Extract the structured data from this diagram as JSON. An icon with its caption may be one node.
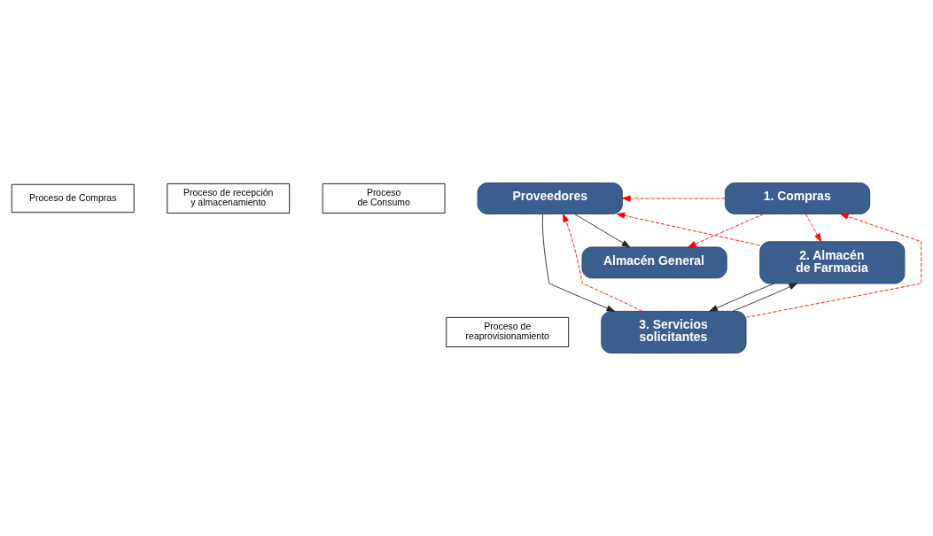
{
  "diagram": {
    "nodes": [
      {
        "text": [
          "Proveedores"
        ]
      },
      {
        "text": [
          "1. Compras"
        ]
      },
      {
        "text": [
          "2. Almacén de Farmacia"
        ]
      },
      {
        "text": [
          "Almacén General"
        ]
      },
      {
        "text": [
          "3. Servicios solicitantes"
        ]
      },
      {
        "text": [
          "Proceso de Compras"
        ]
      },
      {
        "text": [
          "Proceso de recepción y almacenamiento"
        ]
      },
      {
        "text": [
          "Proceso de reaprovisionamiento"
        ]
      },
      {
        "text": [
          "Proceso de Consumo"
        ]
      }
    ],
    "edges": [
      {
        "from": 4,
        "to": 0,
        "arrow": "to",
        "style": "dashed",
        "color": "#ff0000"
      },
      {
        "from": 2,
        "to": 0,
        "arrow": "to",
        "style": "dashed",
        "color": "#ff0000"
      },
      {
        "from": 1,
        "to": 0,
        "arrow": "to",
        "style": "dashed",
        "color": "#ff0000"
      },
      {
        "from": 1,
        "to": 2,
        "arrow": "to",
        "style": "dashed",
        "color": "#ff0000"
      },
      {
        "from": 1,
        "to": 3,
        "arrow": "to",
        "style": "dashed",
        "color": "#ff0000"
      },
      {
        "from": 4,
        "to": 1,
        "arrow": "to",
        "style": "dashed",
        "color": "#ff0000"
      },
      {
        "from": 0,
        "to": 3,
        "arrow": "to",
        "color": "#222222"
      },
      {
        "from": 0,
        "to": 4,
        "arrow": "to",
        "color": "#222222"
      },
      {
        "from": 4,
        "to": 2,
        "arrow": "to",
        "color": "#222222"
      },
      {
        "from": 2,
        "to": 4,
        "arrow": "to",
        "color": "#222222"
      }
    ]
  }
}
